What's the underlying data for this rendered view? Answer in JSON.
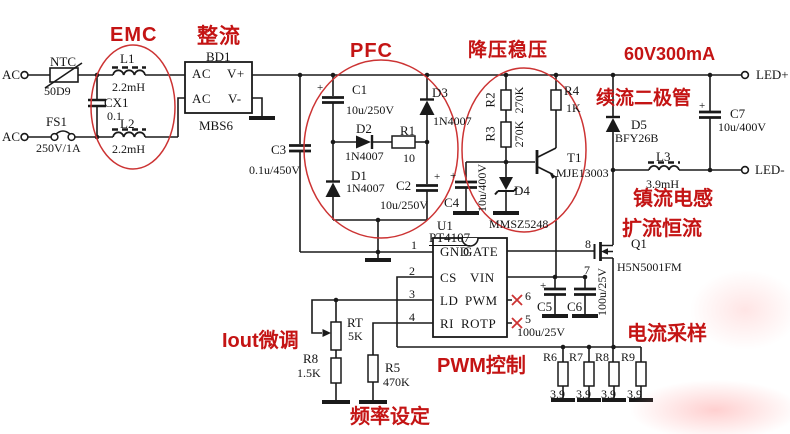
{
  "annotations": {
    "emc": "EMC",
    "rectifier": "整流",
    "pfc": "PFC",
    "buck": "降压稳压",
    "output_spec": "60V300mA",
    "freewheel_diode": "续流二极管",
    "ballast_inductor": "镇流电感",
    "expand_constant_current": "扩流恒流",
    "current_sample": "电流采样",
    "pwm_control": "PWM控制",
    "iout_trim": "Iout微调",
    "freq_set": "频率设定"
  },
  "terminals": {
    "ac_top": "AC",
    "ac_bottom": "AC",
    "led_pos": "LED+",
    "led_neg": "LED-"
  },
  "plus": "+",
  "components": {
    "ntc": {
      "ref": "NTC",
      "value": "50D9"
    },
    "fs1": {
      "ref": "FS1",
      "value": "250V/1A"
    },
    "cx1": {
      "ref": "CX1",
      "value": "0.1"
    },
    "l1": {
      "ref": "L1",
      "value": "2.2mH"
    },
    "l2": {
      "ref": "L2",
      "value": "2.2mH"
    },
    "bd1": {
      "ref": "BD1",
      "part": "MBS6",
      "pin_ac1": "AC",
      "pin_vp": "V+",
      "pin_ac2": "AC",
      "pin_vm": "V-"
    },
    "c3": {
      "ref": "C3",
      "value": "0.1u/450V"
    },
    "c1": {
      "ref": "C1",
      "value": "10u/250V"
    },
    "d2": {
      "ref": "D2",
      "value": "1N4007"
    },
    "r1": {
      "ref": "R1",
      "value": "10"
    },
    "d3": {
      "ref": "D3",
      "value": "1N4007"
    },
    "d1": {
      "ref": "D1",
      "value": "1N4007"
    },
    "c2": {
      "ref": "C2",
      "value": "10u/250V"
    },
    "r2": {
      "ref": "R2",
      "value": "270K"
    },
    "r3": {
      "ref": "R3",
      "value": "270K"
    },
    "r4": {
      "ref": "R4",
      "value": "1K"
    },
    "t1": {
      "ref": "T1",
      "part": "MJE13003"
    },
    "d4": {
      "ref": "D4",
      "part": "MMSZ5248"
    },
    "c4": {
      "ref": "C4",
      "value": "10u/400V"
    },
    "u1": {
      "ref": "U1",
      "part": "PT4107",
      "pins": {
        "p1": {
          "num": "1",
          "name": "GND"
        },
        "p2": {
          "num": "2",
          "name": "CS"
        },
        "p3": {
          "num": "3",
          "name": "LD"
        },
        "p4": {
          "num": "4",
          "name": "RI"
        },
        "p5": {
          "num": "5",
          "name": "ROTP"
        },
        "p6": {
          "num": "6",
          "name": "PWM"
        },
        "p7": {
          "num": "7",
          "name": "VIN"
        },
        "p8": {
          "num": "8",
          "name": "GATE"
        }
      }
    },
    "c5": {
      "ref": "C5",
      "value": "100u/25V"
    },
    "c6": {
      "ref": "C6",
      "value": "100u/25V"
    },
    "d5": {
      "ref": "D5",
      "part": "BFY26B"
    },
    "c7": {
      "ref": "C7",
      "value": "10u/400V"
    },
    "l3": {
      "ref": "L3",
      "value": "3.9mH"
    },
    "q1": {
      "ref": "Q1",
      "part": "H5N5001FM"
    },
    "rt": {
      "ref": "RT",
      "value": "5K"
    },
    "r8a": {
      "ref": "R8",
      "value": "1.5K"
    },
    "r5": {
      "ref": "R5",
      "value": "470K"
    },
    "r6": {
      "ref": "R6",
      "value": "3.9"
    },
    "r7": {
      "ref": "R7",
      "value": "3.9"
    },
    "r8b": {
      "ref": "R8",
      "value": "3.9"
    },
    "r9": {
      "ref": "R9",
      "value": "3.9"
    }
  }
}
